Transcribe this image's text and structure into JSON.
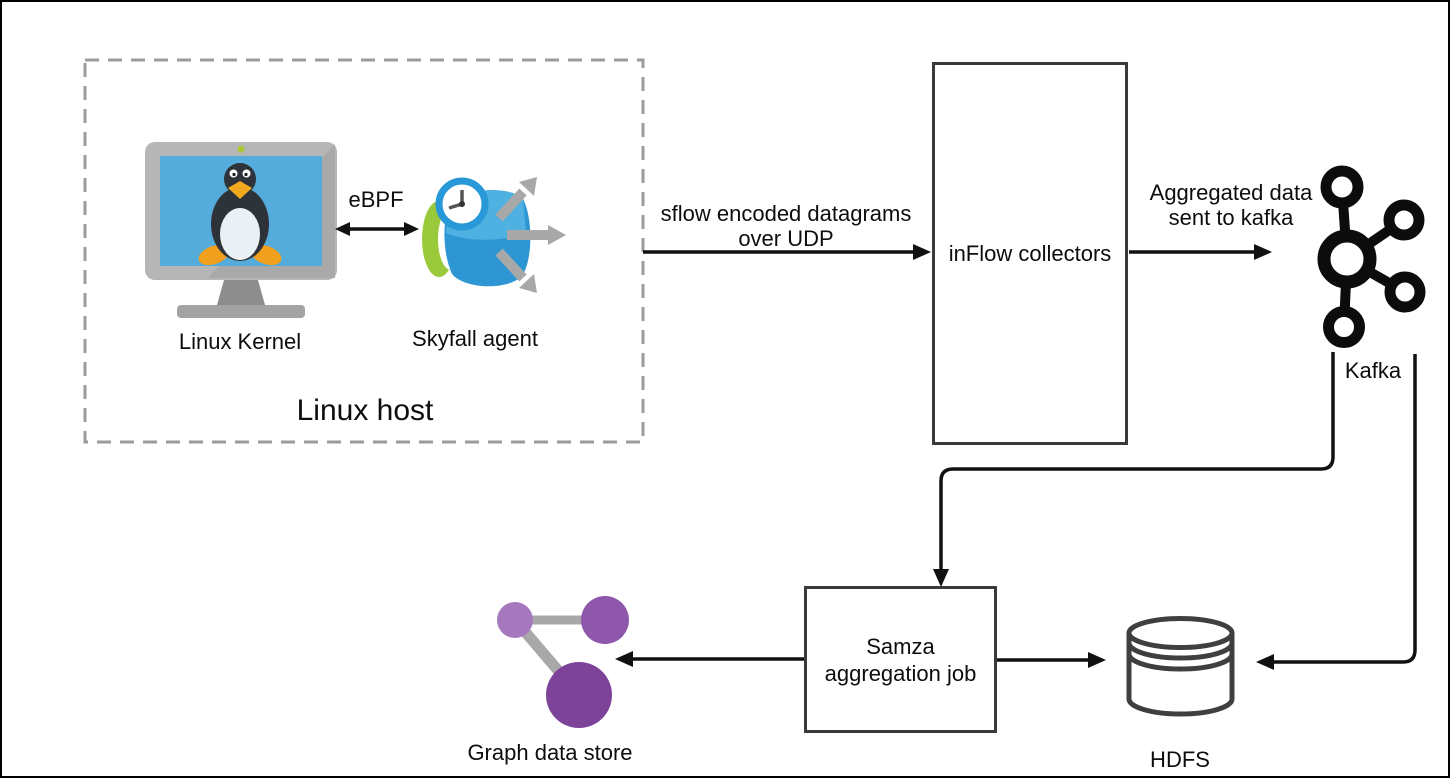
{
  "diagram": {
    "linux_host": {
      "label": "Linux host",
      "kernel_label": "Linux Kernel",
      "agent_label": "Skyfall agent",
      "ebpf_label": "eBPF"
    },
    "edges": {
      "sflow_line1": "sflow encoded datagrams",
      "sflow_line2": "over UDP",
      "aggregated_line1": "Aggregated data",
      "aggregated_line2": "sent to kafka"
    },
    "nodes": {
      "inflow_label": "inFlow collectors",
      "kafka_label": "Kafka",
      "samza_line1": "Samza",
      "samza_line2": "aggregation job",
      "graph_store_label": "Graph data store",
      "hdfs_label": "HDFS"
    },
    "icons": [
      "linux-kernel-icon",
      "skyfall-agent-icon",
      "kafka-icon",
      "graph-data-store-icon",
      "hdfs-database-icon"
    ],
    "colors": {
      "screen_blue": "#55abd9",
      "skyfall_blue": "#2f9cd6",
      "skyfall_green": "#9aca3c",
      "arrow_gray": "#a8a8a8",
      "graph_purple_light": "#a678bd",
      "graph_purple_medium": "#8f57ac",
      "graph_purple_dark": "#7c4399",
      "tux_orange": "#f0a01c",
      "line_black": "#111111",
      "dashed_border_gray": "#9b9b9b",
      "monitor_gray": "#b5b5b5"
    }
  }
}
